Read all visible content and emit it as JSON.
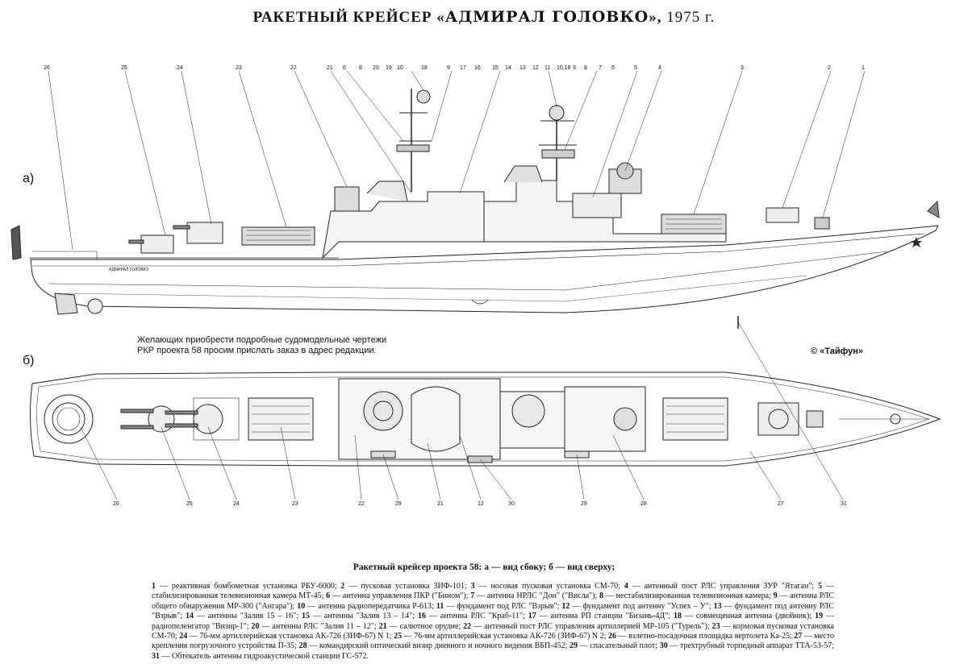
{
  "title": {
    "prefix": "РАКЕТНЫЙ КРЕЙСЕР «",
    "ship_name": "АДМИРАЛ ГОЛОВКО",
    "suffix": "», ",
    "year": "1975 г."
  },
  "views": {
    "side_label": "а)",
    "top_label": "б)"
  },
  "hull_name": "АДМИРАЛ ГОЛОВКО",
  "offer_text": "Желающих приобрести подробные судомодельные чертежи РКР проекта 58 просим прислать заказ в адрес редакции.",
  "copyright": "© «Тайфун»",
  "side_callouts": [
    "26",
    "25",
    "24",
    "23",
    "22",
    "21",
    "6",
    "8",
    "20",
    "19",
    "10",
    "18",
    "9",
    "17",
    "16",
    "15",
    "14",
    "13",
    "12",
    "11",
    "10,18",
    "9",
    "8",
    "7",
    "6",
    "5",
    "4",
    "3",
    "2",
    "1"
  ],
  "top_callouts": [
    "26",
    "25",
    "24",
    "23",
    "22",
    "29",
    "21",
    "12",
    "30",
    "29",
    "28",
    "27",
    "31"
  ],
  "caption": {
    "title": "Ракетный крейсер проекта 58:  а — вид сбоку; б — вид сверху;",
    "legend": [
      {
        "n": "1",
        "t": "реактивная бомбометная установка РБУ-6000;"
      },
      {
        "n": "2",
        "t": "пусковая установка ЗИФ-101;"
      },
      {
        "n": "3",
        "t": "носовая пусковая установка СМ-70;"
      },
      {
        "n": "4",
        "t": "антенный пост РЛС управления ЗУР \"Ятаган\";"
      },
      {
        "n": "5",
        "t": "стабилизированная телевизионная камера МТ-45;"
      },
      {
        "n": "6",
        "t": "антенна управления ПКР (\"Бином\");"
      },
      {
        "n": "7",
        "t": "антенна НРЛС \"Дон\" (\"Висла\");"
      },
      {
        "n": "8",
        "t": "нестабилизированная телевизионная камера;"
      },
      {
        "n": "9",
        "t": "антенна РЛС общего обнаружения МР-300 (\"Ангара\");"
      },
      {
        "n": "10",
        "t": "антенна радиопередатчика Р-613;"
      },
      {
        "n": "11",
        "t": "фундамент под РЛС \"Взрыв\";"
      },
      {
        "n": "12",
        "t": "фундамент под антенну \"Успех – У\";"
      },
      {
        "n": "13",
        "t": "фундамент под антенну РЛС \"Взрыв\";"
      },
      {
        "n": "14",
        "t": "антенны \"Залив 15 – 16\";"
      },
      {
        "n": "15",
        "t": "антенны \"Залив 13 – 14\";"
      },
      {
        "n": "16",
        "t": "антенна РЛС \"Краб-11\";"
      },
      {
        "n": "17",
        "t": "антенна РП станции \"Бизань-4Д\";"
      },
      {
        "n": "18",
        "t": "совмещенная антенна (двойник);"
      },
      {
        "n": "19",
        "t": "радиопеленгатор \"Визир-1\";"
      },
      {
        "n": "20",
        "t": "антенны РЛС \"Залив 11 – 12\";"
      },
      {
        "n": "21",
        "t": "салютное орудие;"
      },
      {
        "n": "22",
        "t": "антенный пост РЛС управления артиллерией МР-105 (\"Турель\");"
      },
      {
        "n": "23",
        "t": "кормовая пусковая установка СМ-70;"
      },
      {
        "n": "24",
        "t": "76-мм артиллерийская установка АК-726 (ЗИФ-67) N 1;"
      },
      {
        "n": "25",
        "t": "76-мм артиллерийская установка АК-726 (ЗИФ-67) N 2;"
      },
      {
        "n": "26",
        "t": "взлетно-посадочная площадка вертолета Ка-25;"
      },
      {
        "n": "27",
        "t": "место крепления погрузочного устройства П-35;"
      },
      {
        "n": "28",
        "t": "командирский оптический визир дневного и ночного видения ВБП-452;"
      },
      {
        "n": "29",
        "t": "спасательный плот;"
      },
      {
        "n": "30",
        "t": "трехтрубный торпедный аппарат ТТА-53-57;"
      },
      {
        "n": "31",
        "t": "Обтекатель антенны гидроакустической станции ГС-572."
      }
    ]
  }
}
